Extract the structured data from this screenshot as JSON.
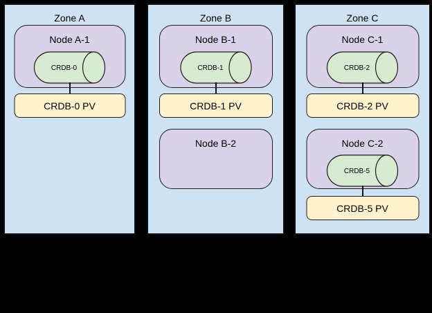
{
  "diagram": {
    "zones": [
      {
        "title": "Zone A",
        "nodes": [
          {
            "title": "Node A-1",
            "db_pod": "CRDB-0",
            "pv": "CRDB-0 PV"
          }
        ]
      },
      {
        "title": "Zone B",
        "nodes": [
          {
            "title": "Node B-1",
            "db_pod": "CRDB-1",
            "pv": "CRDB-1 PV"
          },
          {
            "title": "Node B-2"
          }
        ]
      },
      {
        "title": "Zone C",
        "nodes": [
          {
            "title": "Node C-1",
            "db_pod": "CRDB-2",
            "pv": "CRDB-2 PV"
          },
          {
            "title": "Node C-2",
            "db_pod": "CRDB-5",
            "pv": "CRDB-5 PV"
          }
        ]
      }
    ],
    "colors": {
      "zone_fill": "#cfe2f3",
      "node_fill": "#d9d2e9",
      "db_pod_fill": "#d9ead3",
      "pv_fill": "#fff2cc",
      "stroke": "#000000",
      "background": "#000000"
    }
  }
}
